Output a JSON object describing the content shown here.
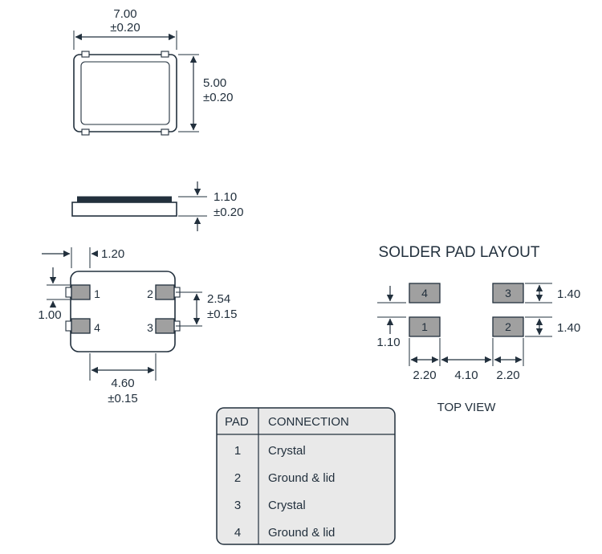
{
  "meta": {
    "ink": "#22303d",
    "pad_fill": "#a0a0a0",
    "table_bg": "#e9e9e9"
  },
  "top_view": {
    "width": "7.00",
    "width_tol": "±0.20",
    "height": "5.00",
    "height_tol": "±0.20"
  },
  "side_view": {
    "thickness": "1.10",
    "thickness_tol": "±0.20"
  },
  "bottom_view": {
    "pad1": "1",
    "pad2": "2",
    "pad3": "3",
    "pad4": "4",
    "pad_width": "1.20",
    "pad_height": "1.00",
    "row_pitch": "2.54",
    "row_pitch_tol": "±0.15",
    "pad_span": "4.60",
    "pad_span_tol": "±0.15"
  },
  "solder_pad_layout": {
    "title": "SOLDER PAD LAYOUT",
    "caption": "TOP VIEW",
    "pad1": "1",
    "pad2": "2",
    "pad3": "3",
    "pad4": "4",
    "pad_height_top": "1.40",
    "pad_height_bottom": "1.40",
    "row_gap": "1.10",
    "pad_width_left": "2.20",
    "pad_gap": "4.10",
    "pad_width_right": "2.20"
  },
  "table": {
    "headers": [
      "PAD",
      "CONNECTION"
    ],
    "rows": [
      {
        "pad": "1",
        "connection": "Crystal"
      },
      {
        "pad": "2",
        "connection": "Ground & lid"
      },
      {
        "pad": "3",
        "connection": "Crystal"
      },
      {
        "pad": "4",
        "connection": "Ground & lid"
      }
    ]
  }
}
